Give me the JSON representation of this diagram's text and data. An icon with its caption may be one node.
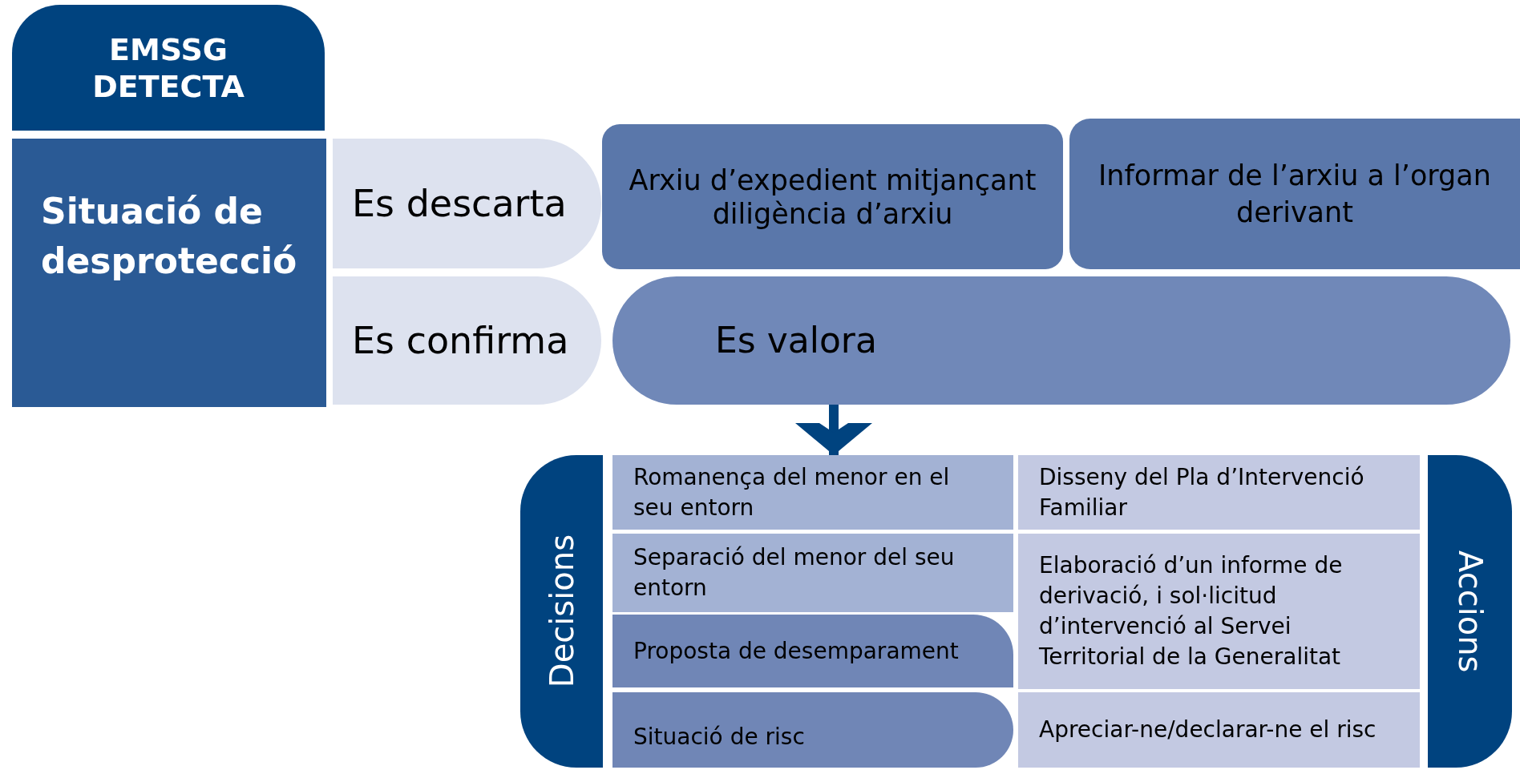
{
  "diagram": {
    "nodes": [
      {
        "text": [
          "EMSSG DETECTA"
        ]
      },
      {
        "text": [
          "Situació de desprotecció"
        ]
      },
      {
        "text": [
          "Es descarta"
        ]
      },
      {
        "text": [
          "Arxiu d’expedient mitjançant diligència d’arxiu"
        ]
      },
      {
        "text": [
          "Informar de l’arxiu a l’organ derivant"
        ]
      },
      {
        "text": [
          "Es confirma"
        ]
      },
      {
        "text": [
          "Es valora"
        ]
      },
      {
        "text": [
          "Decisions"
        ]
      },
      {
        "text": [
          "Romanença del menor en el seu entorn"
        ]
      },
      {
        "text": [
          "Disseny del Pla d’Intervenció Familiar"
        ]
      },
      {
        "text": [
          "Separació del menor del seu entorn"
        ]
      },
      {
        "text": [
          "Elaboració d’un informe de derivació, i sol·licitud d’intervenció al Servei Territorial de la Generalitat"
        ]
      },
      {
        "text": [
          "Proposta de desemparament"
        ]
      },
      {
        "text": [
          "Situació de risc"
        ]
      },
      {
        "text": [
          "Apreciar-ne/declarar-ne el risc"
        ]
      },
      {
        "text": [
          "Accions"
        ]
      }
    ],
    "edges": [
      {
        "from": 6,
        "to": 8,
        "arrow": "to"
      }
    ]
  }
}
